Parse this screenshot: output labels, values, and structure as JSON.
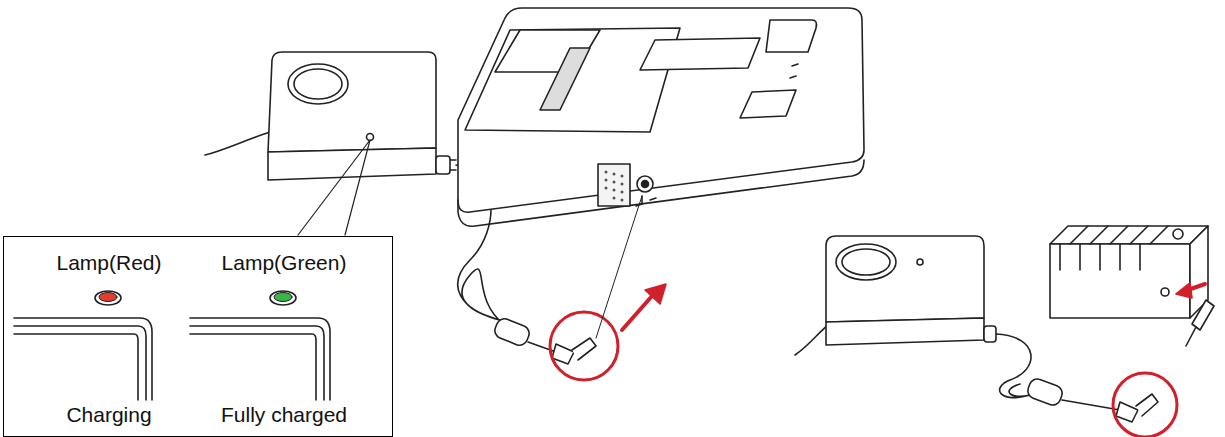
{
  "diagram": {
    "nodes": [
      {
        "text": [
          "Lamp(Red)",
          "Lamp(Green)",
          "Charging",
          "Fully charged"
        ]
      }
    ]
  }
}
